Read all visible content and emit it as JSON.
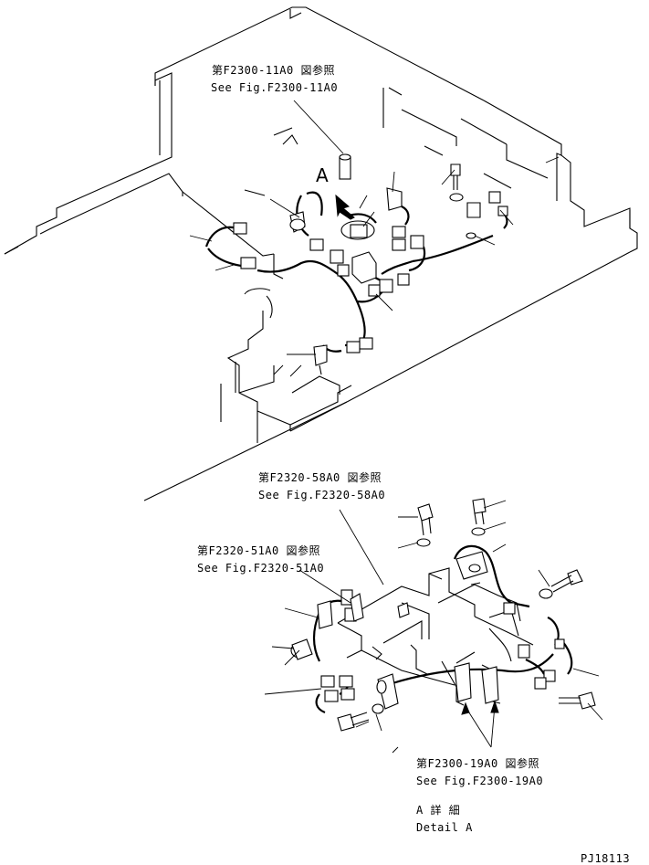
{
  "references": [
    {
      "id": "ref-f2300-11a0",
      "jp": "第F2300-11A0 図参照",
      "en": "See Fig.F2300-11A0"
    },
    {
      "id": "ref-f2320-58a0",
      "jp": "第F2320-58A0 図参照",
      "en": "See Fig.F2320-58A0"
    },
    {
      "id": "ref-f2320-51a0",
      "jp": "第F2320-51A0 図参照",
      "en": "See Fig.F2320-51A0"
    },
    {
      "id": "ref-f2300-19a0",
      "jp": "第F2300-19A0 図参照",
      "en": "See Fig.F2300-19A0"
    }
  ],
  "view_marker": "A",
  "detail": {
    "jp": "A 詳 細",
    "en": "Detail A"
  },
  "drawing_number": "PJ18113"
}
